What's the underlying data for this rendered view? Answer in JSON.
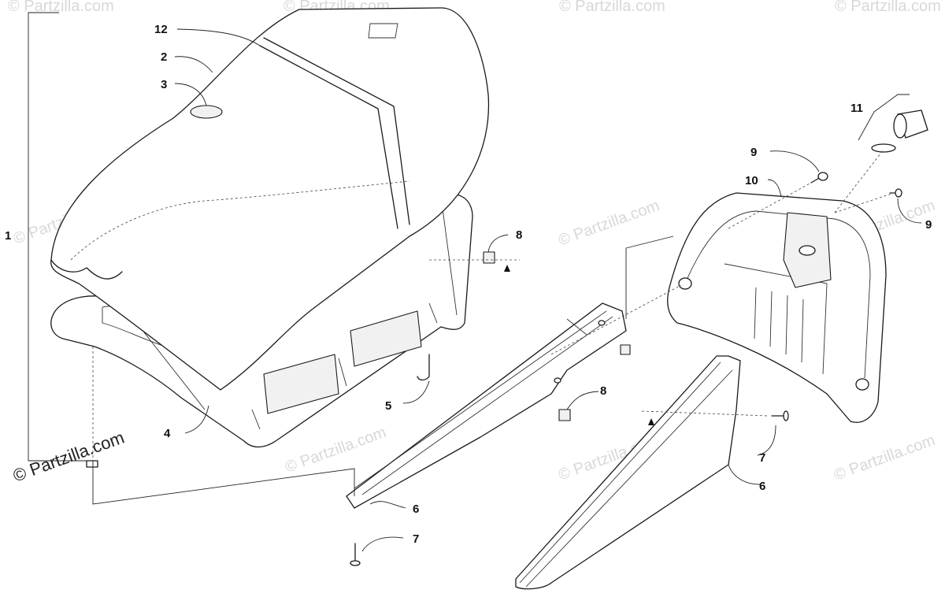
{
  "watermark": {
    "text": "© Partzilla.com",
    "prominent": "© Partzilla.com"
  },
  "callouts": {
    "c1": "1",
    "c2": "2",
    "c3": "3",
    "c4": "4",
    "c5": "5",
    "c6a": "6",
    "c6b": "6",
    "c7a": "7",
    "c7b": "7",
    "c8a": "8",
    "c8b": "8",
    "c9a": "9",
    "c9b": "9",
    "c10": "10",
    "c11": "11",
    "c12": "12"
  }
}
